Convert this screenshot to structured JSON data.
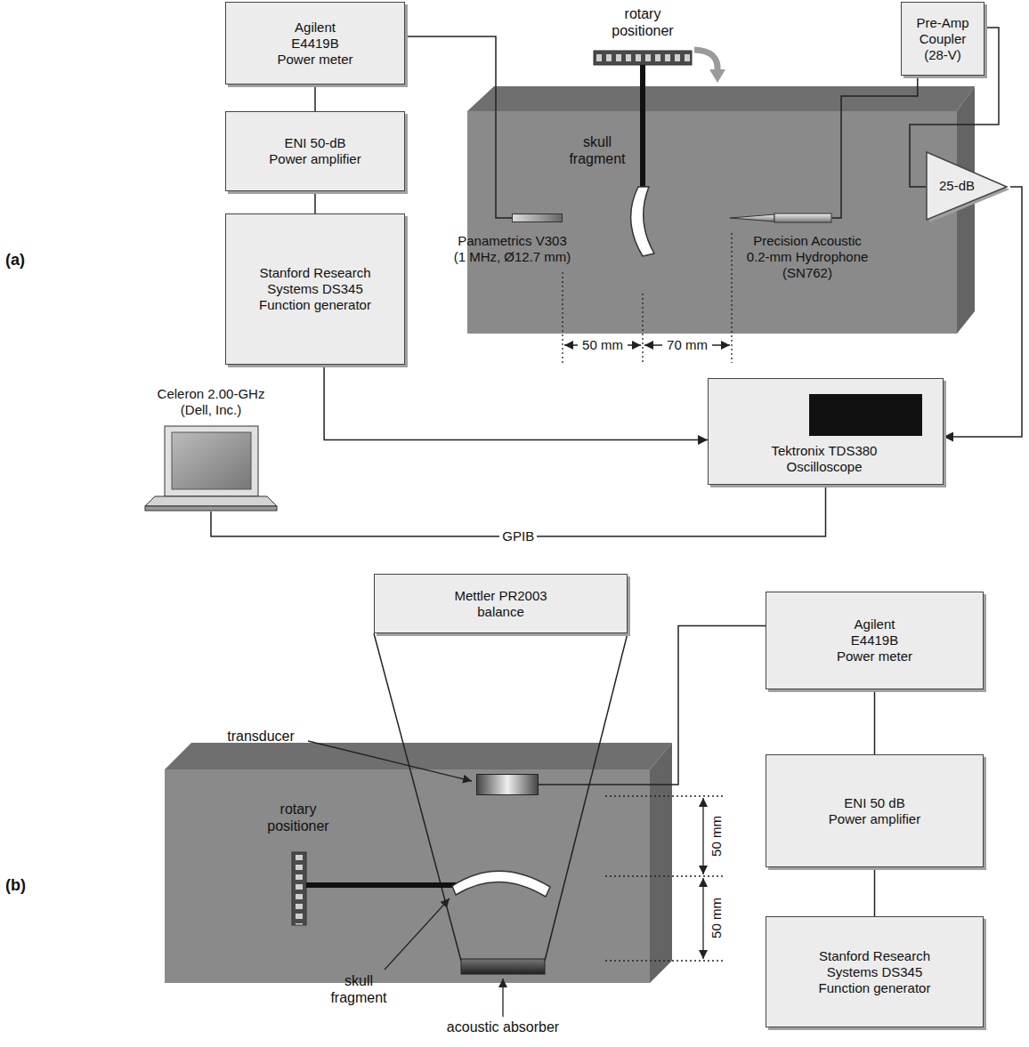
{
  "diagram": {
    "nodes": [
      {
        "text": [
          "Agilent E4419B Power meter"
        ]
      },
      {
        "text": [
          "Pre-Amp Coupler (28-V)"
        ]
      },
      {
        "text": [
          "ENI 50-dB Power amplifier"
        ]
      },
      {
        "text": [
          "25-dB"
        ]
      },
      {
        "text": [
          "Panametrics V303 (1 MHz, Ø12.7 mm)"
        ]
      },
      {
        "text": [
          "Precision Acoustic 0.2-mm Hydrophone (SN762)"
        ]
      },
      {
        "text": [
          "Stanford Research Systems DS345 Function generator"
        ]
      },
      {
        "text": [
          "Celeron 2.00-GHz (Dell, Inc.)"
        ]
      },
      {
        "text": [
          "Tektronix TDS380 Oscilloscope"
        ]
      },
      {
        "text": [
          "Mettler PR2003 balance"
        ]
      },
      {
        "text": [
          "Agilent E4419B Power meter"
        ]
      },
      {
        "text": [
          "transducer"
        ]
      },
      {
        "text": [
          "ENI 50 dB Power amplifier"
        ]
      },
      {
        "text": [
          "Stanford Research Systems DS345 Function generator"
        ]
      }
    ],
    "edges": [
      {
        "from": 0,
        "to": 2,
        "arrow": "none"
      },
      {
        "from": 2,
        "to": 6,
        "arrow": "none"
      },
      {
        "from": 6,
        "to": 8,
        "arrow": "to"
      },
      {
        "from": 0,
        "to": 4,
        "arrow": "none"
      },
      {
        "from": 5,
        "to": 1,
        "arrow": "none"
      },
      {
        "from": 1,
        "to": 3,
        "arrow": "none"
      },
      {
        "from": 3,
        "to": 8,
        "arrow": "to"
      },
      {
        "from": 7,
        "to": 8,
        "label": "GPIB",
        "arrow": "none"
      },
      {
        "from": 10,
        "to": 12,
        "arrow": "none"
      },
      {
        "from": 12,
        "to": 13,
        "arrow": "none"
      },
      {
        "from": 10,
        "to": 11,
        "arrow": "none"
      }
    ],
    "labels": [
      "(a)",
      "rotary positioner",
      "skull fragment",
      "50 mm",
      "70 mm",
      "(b)",
      "rotary positioner",
      "skull fragment",
      "acoustic absorber",
      "50 mm",
      "50 mm"
    ]
  }
}
